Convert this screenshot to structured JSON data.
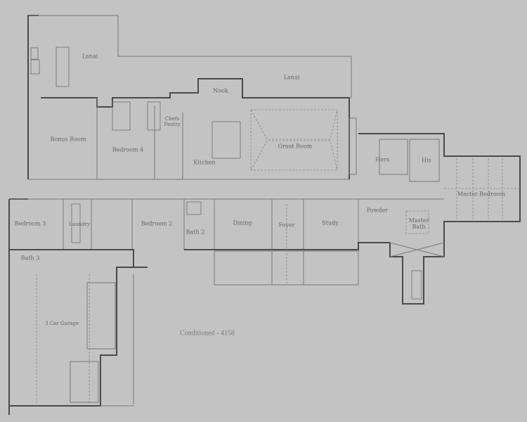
{
  "plan": {
    "area_label": "Conditioned - 4158",
    "rooms": {
      "lanai_left": "Lanai",
      "lanai_right": "Lanai",
      "nook": "Nook",
      "bonus_room": "Bonus Room",
      "bedroom4": "Bedroom 4",
      "chefs_pantry": "Chefs Pantry",
      "kitchen": "Kitchen",
      "great_room": "Great Room",
      "hers": "Hers",
      "his": "His",
      "master_bedroom": "Master Bedroom",
      "bedroom3": "Bedroom 3",
      "laundry": "Laundry",
      "bedroom2": "Bedroom 2",
      "bath2": "Bath 2",
      "dining": "Dining",
      "foyer": "Foyer",
      "study": "Study",
      "powder": "Powder",
      "master_bath": "Master Bath",
      "bath3": "Bath 3",
      "garage": "3 Car Garage"
    }
  }
}
